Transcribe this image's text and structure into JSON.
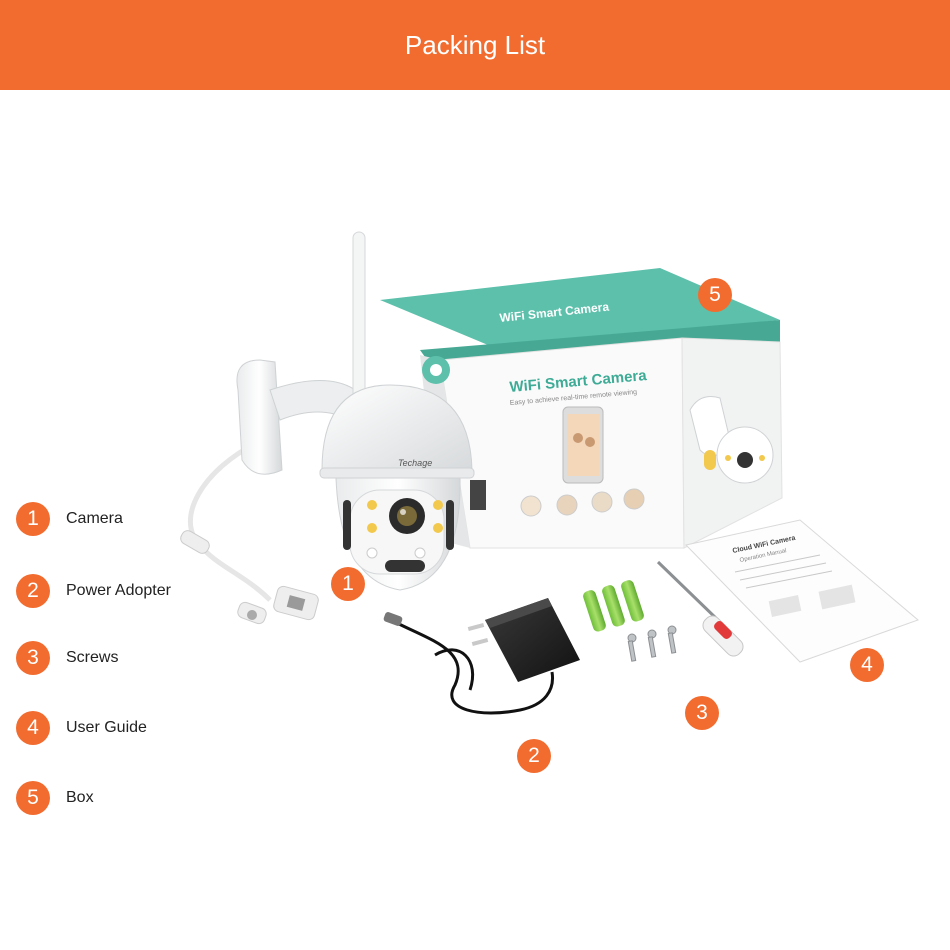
{
  "header": {
    "title": "Packing List"
  },
  "legend": [
    {
      "number": "1",
      "label": "Camera"
    },
    {
      "number": "2",
      "label": "Power Adopter"
    },
    {
      "number": "3",
      "label": "Screws"
    },
    {
      "number": "4",
      "label": "User Guide"
    },
    {
      "number": "5",
      "label": "Box"
    }
  ],
  "callouts": {
    "camera": "1",
    "adapter": "2",
    "screws": "3",
    "guide": "4",
    "box": "5"
  },
  "camera": {
    "brand": "Techage"
  },
  "box": {
    "lid_text": "WiFi Smart Camera",
    "title": "WiFi Smart Camera",
    "subtitle": "Easy to achieve real-time remote viewing"
  },
  "guide": {
    "title": "Cloud WiFi Camera",
    "subtitle": "Operation Manual"
  },
  "colors": {
    "accent": "#f26c2f",
    "box_teal": "#4fb9a4",
    "anchor_green": "#8fd14f"
  }
}
